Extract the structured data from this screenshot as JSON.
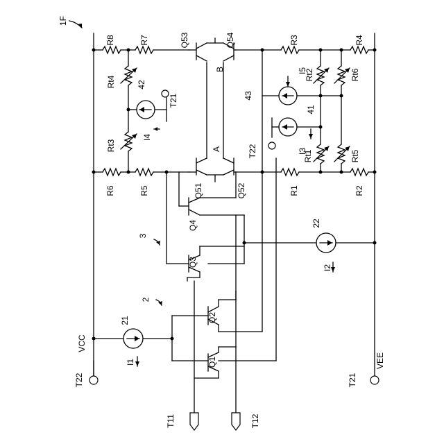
{
  "figure": {
    "fig_label": "1F",
    "block_2": "2",
    "block_3": "3"
  },
  "terminals": {
    "t22_top": "T22",
    "t21_bottom": "T21",
    "t11": "T11",
    "t12": "T12",
    "t21_mid": "T21",
    "t22_mid": "T22"
  },
  "rails": {
    "vcc": "VCC",
    "vee": "VEE"
  },
  "resistors": {
    "r1": "R1",
    "r2": "R2",
    "r3": "R3",
    "r4": "R4",
    "r5": "R5",
    "r6": "R6",
    "r7": "R7",
    "r8": "R8"
  },
  "thermistors": {
    "rt1": "Rt1",
    "rt2": "Rt2",
    "rt3": "Rt3",
    "rt4": "Rt4",
    "rt5": "Rt5",
    "rt6": "Rt6"
  },
  "transistors": {
    "q1": "Q1",
    "q2": "Q2",
    "q3": "Q3",
    "q4": "Q4",
    "q51": "Q51",
    "q52": "Q52",
    "q53": "Q53",
    "q54": "Q54"
  },
  "sources": {
    "s21": "21",
    "s22": "22",
    "s41": "41",
    "s42": "42",
    "s43": "43",
    "i1": "I1",
    "i2": "I2",
    "i3": "I3",
    "i4": "I4",
    "i5": "I5"
  },
  "nodes": {
    "a": "A",
    "b": "B"
  }
}
